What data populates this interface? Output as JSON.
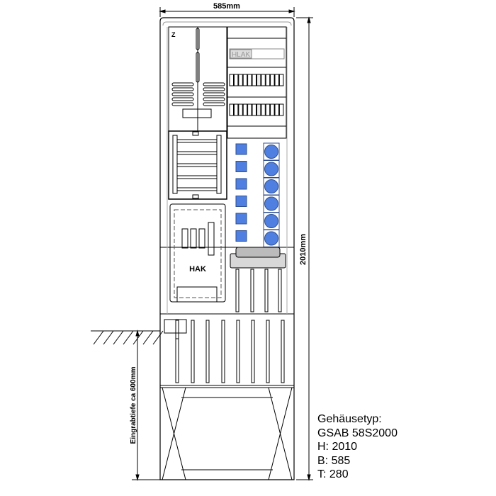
{
  "dimensions": {
    "width_label": "585mm",
    "height_label": "2010mm",
    "burial_depth_label": "Eingrabtiefe ca 600mm"
  },
  "panel_labels": {
    "meter": "Z",
    "distribution": "HLAK",
    "house_connection": "HAK"
  },
  "spec": {
    "type_label": "Gehäusetyp:",
    "model": "GSAB 58S2000",
    "height": "H: 2010",
    "width": "B: 585",
    "depth": "T: 280"
  },
  "colors": {
    "socket_blue": "#4f7fe0",
    "socket_frame": "#2f4f8f",
    "gray_box": "#c8c8c8"
  },
  "counts": {
    "small_sockets": 6,
    "large_sockets": 6
  }
}
